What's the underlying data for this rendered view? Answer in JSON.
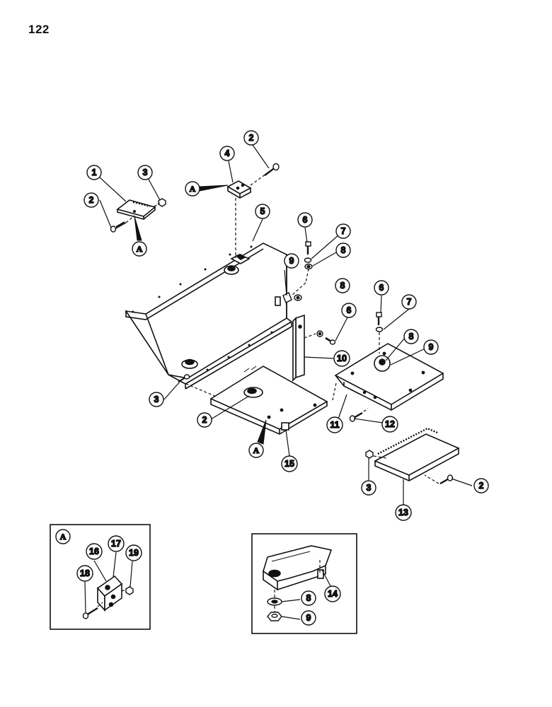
{
  "page": {
    "number": "122"
  },
  "detail_ref": "A",
  "callouts": {
    "c1": "1",
    "c2a": "2",
    "c3a": "3",
    "c4": "4",
    "c2b": "2",
    "c5": "5",
    "c6a": "6",
    "c7a": "7",
    "c8a": "8",
    "c9a": "9",
    "c8b": "8",
    "c6b": "6",
    "c10": "10",
    "c6c": "6",
    "c7b": "7",
    "c8c": "8",
    "c9b": "9",
    "c3b": "3",
    "c2c": "2",
    "c11": "11",
    "c12": "12",
    "c15": "15",
    "c3c": "3",
    "c13": "13",
    "c2d": "2",
    "c16": "16",
    "c17": "17",
    "c18": "18",
    "c19": "19",
    "c14": "14",
    "c8d": "8",
    "c9c": "9"
  }
}
